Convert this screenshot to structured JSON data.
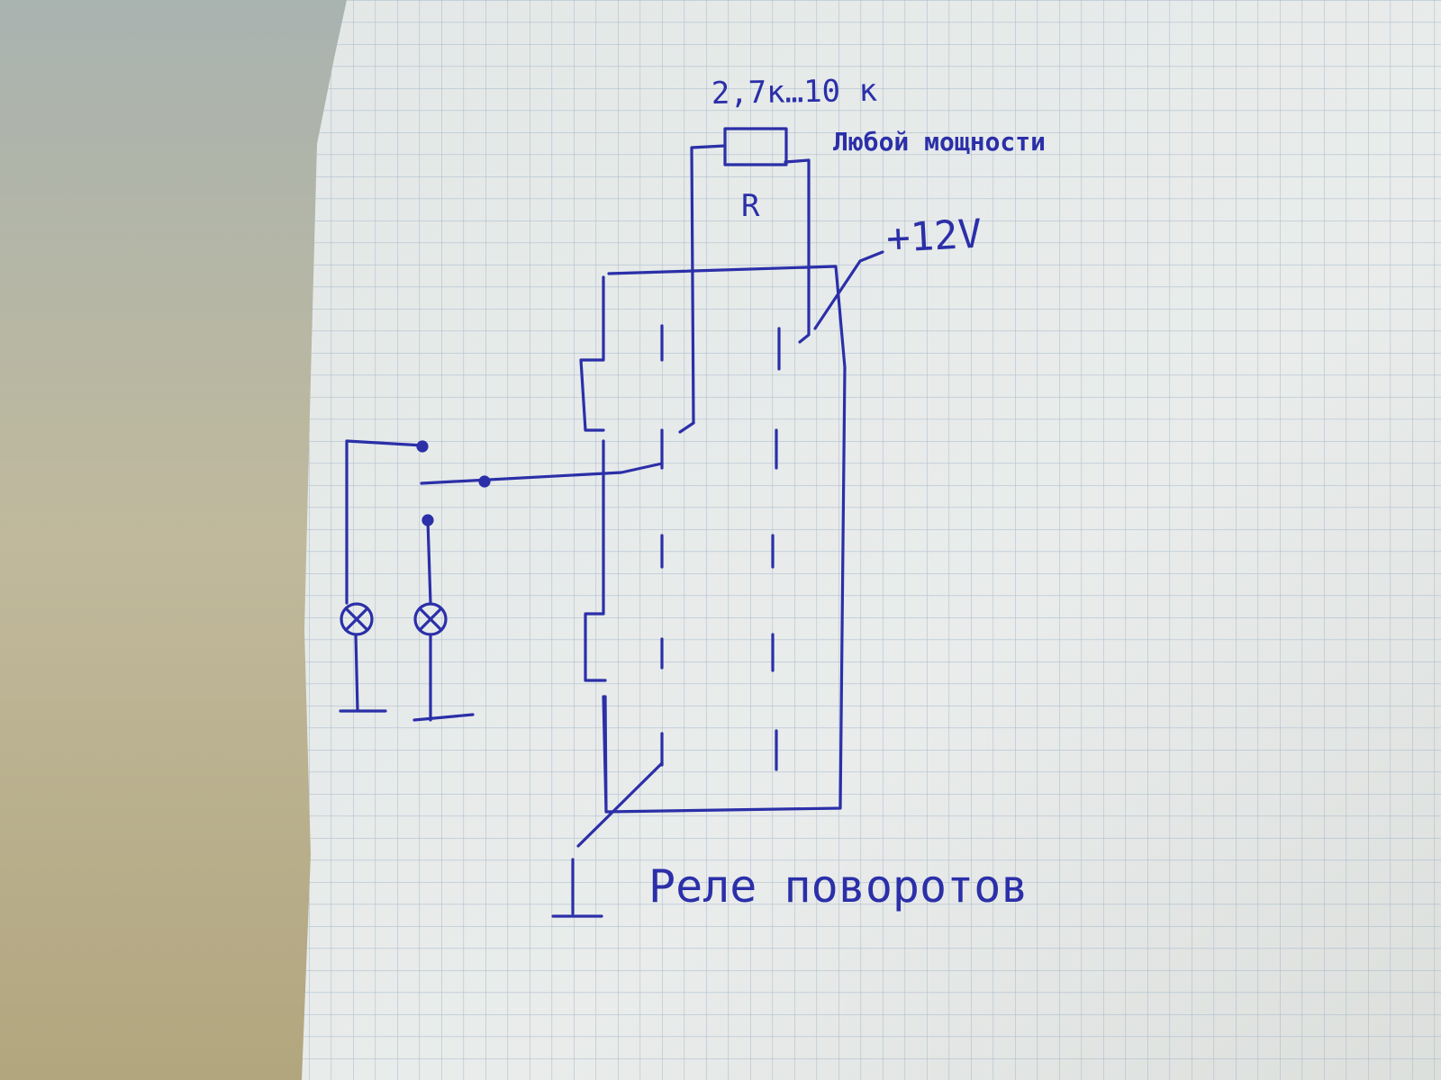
{
  "diagram": {
    "resistor_value": "2,7к…10 к",
    "resistor_power": "Любой мощности",
    "resistor_label": "R",
    "supply_label": "+12V",
    "relay_label": "Реле поворотов"
  },
  "colors": {
    "ink": "#2b2fa8",
    "paper": "#e6eae9",
    "grid": "#9fb2c7",
    "table": "#b9b6a4"
  }
}
